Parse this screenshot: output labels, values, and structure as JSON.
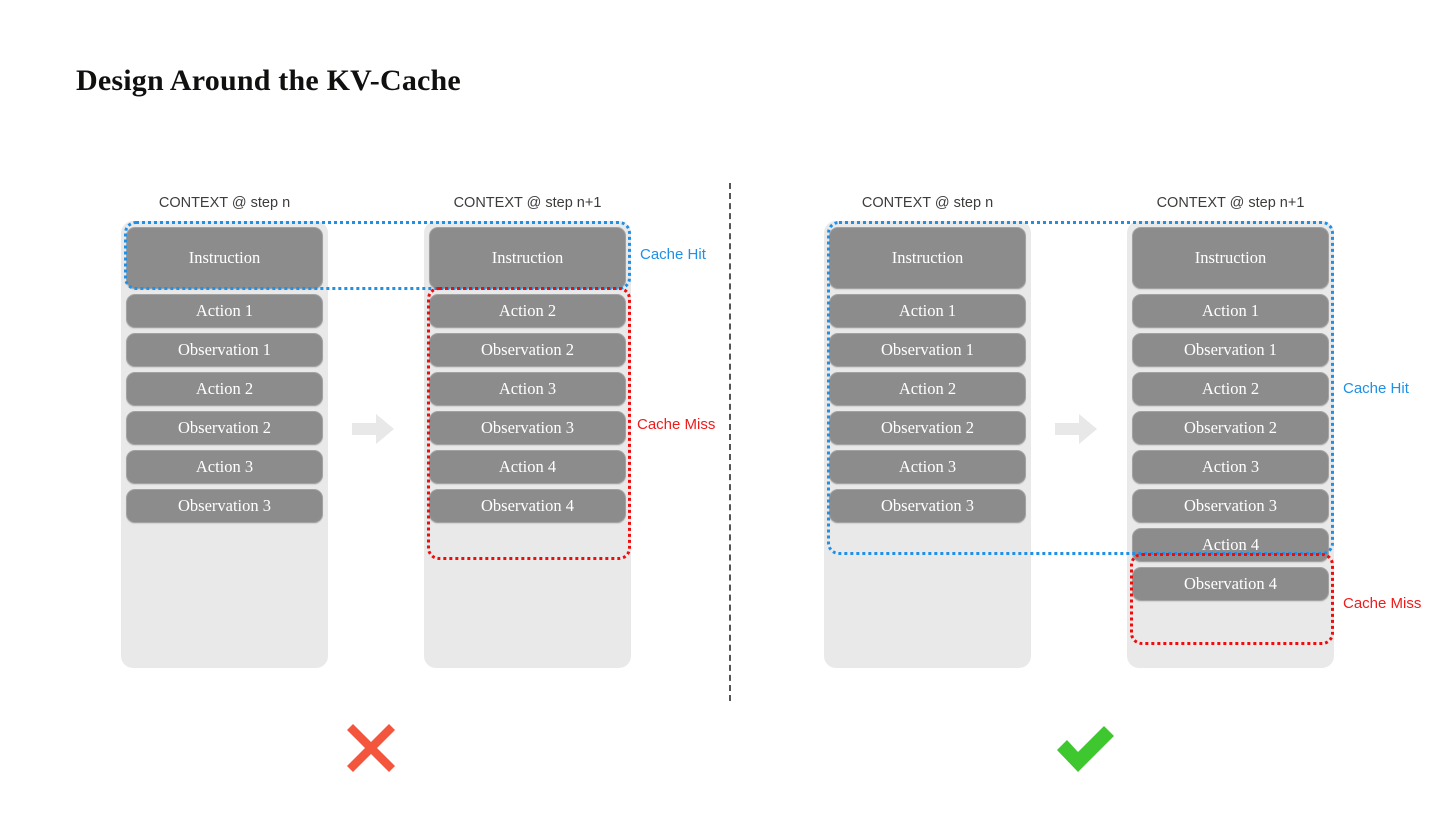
{
  "title": "Design Around the KV-Cache",
  "colors": {
    "cache_hit": "#1e90e8",
    "cache_miss": "#ef1b1b",
    "cell_fill": "#8c8c8c",
    "stack_fill": "#e9e9e9",
    "cross": "#f4553d",
    "check": "#3fc72f",
    "divider": "#555555"
  },
  "labels": {
    "cache_hit": "Cache Hit",
    "cache_miss": "Cache Miss",
    "header_step_n": "CONTEXT @ step n",
    "header_step_n1": "CONTEXT @ step n+1",
    "arrow": "arrow-right-icon",
    "cross": "cross-mark-icon",
    "check": "check-mark-icon"
  },
  "panels": {
    "bad": {
      "verdict": "cross",
      "left_column": {
        "header": "CONTEXT @ step n",
        "cells": [
          "Instruction",
          "Action 1",
          "Observation 1",
          "Action 2",
          "Observation 2",
          "Action 3",
          "Observation 3"
        ]
      },
      "right_column": {
        "header": "CONTEXT @ step n+1",
        "cells": [
          "Instruction",
          "Action 2",
          "Observation 2",
          "Action 3",
          "Observation 3",
          "Action 4",
          "Observation 4"
        ]
      },
      "cache_hit_label": "Cache Hit",
      "cache_miss_label": "Cache Miss"
    },
    "good": {
      "verdict": "check",
      "left_column": {
        "header": "CONTEXT @ step n",
        "cells": [
          "Instruction",
          "Action 1",
          "Observation 1",
          "Action 2",
          "Observation 2",
          "Action 3",
          "Observation 3"
        ]
      },
      "right_column": {
        "header": "CONTEXT @ step n+1",
        "cells": [
          "Instruction",
          "Action 1",
          "Observation 1",
          "Action 2",
          "Observation 2",
          "Action 3",
          "Observation 3",
          "Action 4",
          "Observation 4"
        ]
      },
      "cache_hit_label": "Cache Hit",
      "cache_miss_label": "Cache Miss"
    }
  }
}
